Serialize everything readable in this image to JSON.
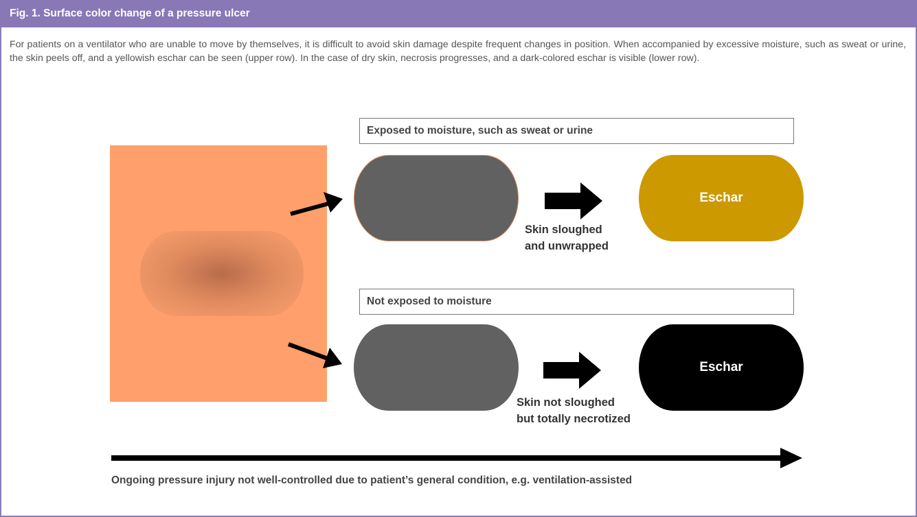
{
  "figure": {
    "title": "Fig. 1. Surface color change of a pressure ulcer",
    "caption": "For patients on a ventilator who are unable to move by themselves, it is difficult to avoid skin damage despite frequent changes in position. When accompanied by excessive moisture, such as sweat or urine, the skin peels off, and a yellowish eschar can be seen (upper row). In the case of dry skin, necrosis progresses, and a dark-colored eschar is visible (lower row)."
  },
  "diagram": {
    "upper_row": {
      "condition": "Exposed to moisture, such as sweat or urine",
      "transition": [
        "Skin sloughed",
        "and unwrapped"
      ],
      "result": "Eschar",
      "result_color": "#cc9900"
    },
    "lower_row": {
      "condition": "Not exposed to moisture",
      "transition": [
        "Skin not sloughed",
        "but totally necrotized"
      ],
      "result": "Eschar",
      "result_color": "#000000"
    },
    "timeline_label": "Ongoing pressure injury not well-controlled due to patient’s general condition, e.g. ventilation-assisted",
    "colors": {
      "header": "#8878b6",
      "skin": "#ff9f6b",
      "lesion_center": "#b86c4b",
      "intermediate": "#616161"
    }
  }
}
